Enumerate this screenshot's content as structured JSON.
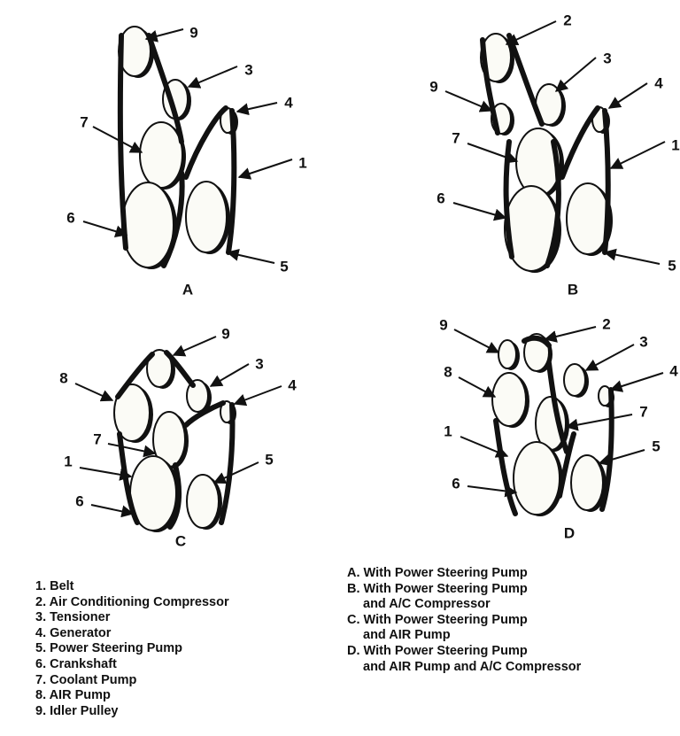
{
  "diagrams": [
    {
      "letter": "A",
      "callouts": [
        "9",
        "3",
        "4",
        "7",
        "1",
        "6",
        "5"
      ]
    },
    {
      "letter": "B",
      "callouts": [
        "2",
        "3",
        "9",
        "4",
        "7",
        "1",
        "6",
        "5"
      ]
    },
    {
      "letter": "C",
      "callouts": [
        "9",
        "3",
        "8",
        "4",
        "7",
        "1",
        "5",
        "6"
      ]
    },
    {
      "letter": "D",
      "callouts": [
        "9",
        "2",
        "3",
        "8",
        "4",
        "7",
        "1",
        "5",
        "6"
      ]
    }
  ],
  "components_legend": [
    "1. Belt",
    "2. Air Conditioning Compressor",
    "3. Tensioner",
    "4. Generator",
    "5. Power Steering Pump",
    "6. Crankshaft",
    "7. Coolant Pump",
    "8. AIR Pump",
    "9. Idler Pulley"
  ],
  "configurations_legend": [
    {
      "first": "A. With Power Steering Pump",
      "second": ""
    },
    {
      "first": "B. With Power Steering Pump",
      "second": "and A/C Compressor"
    },
    {
      "first": "C. With Power Steering Pump",
      "second": "and AIR Pump"
    },
    {
      "first": "D. With Power Steering Pump",
      "second": "and AIR Pump and A/C Compressor"
    }
  ],
  "colors": {
    "ink": "#111111",
    "pulley_fill": "#fbfbf6",
    "background": "#ffffff"
  }
}
